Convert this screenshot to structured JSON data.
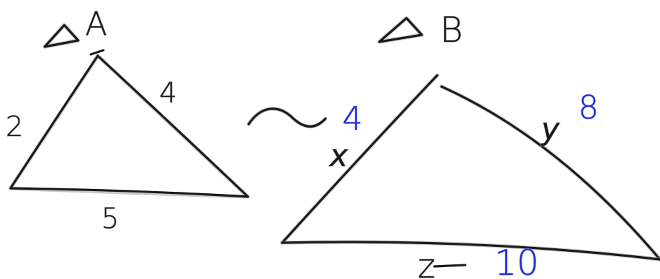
{
  "triangle_a": {
    "label": "A",
    "side_left": "2",
    "side_right": "4",
    "side_bottom": "5"
  },
  "triangle_b": {
    "label": "B",
    "side_left_var": "x",
    "side_left_value": "4",
    "side_right_var": "y",
    "side_right_value": "8",
    "side_bottom_var": "z",
    "side_bottom_value": "10"
  },
  "colors": {
    "ink": "#1a1a1a",
    "blue_ink": "#1f2bd8"
  }
}
